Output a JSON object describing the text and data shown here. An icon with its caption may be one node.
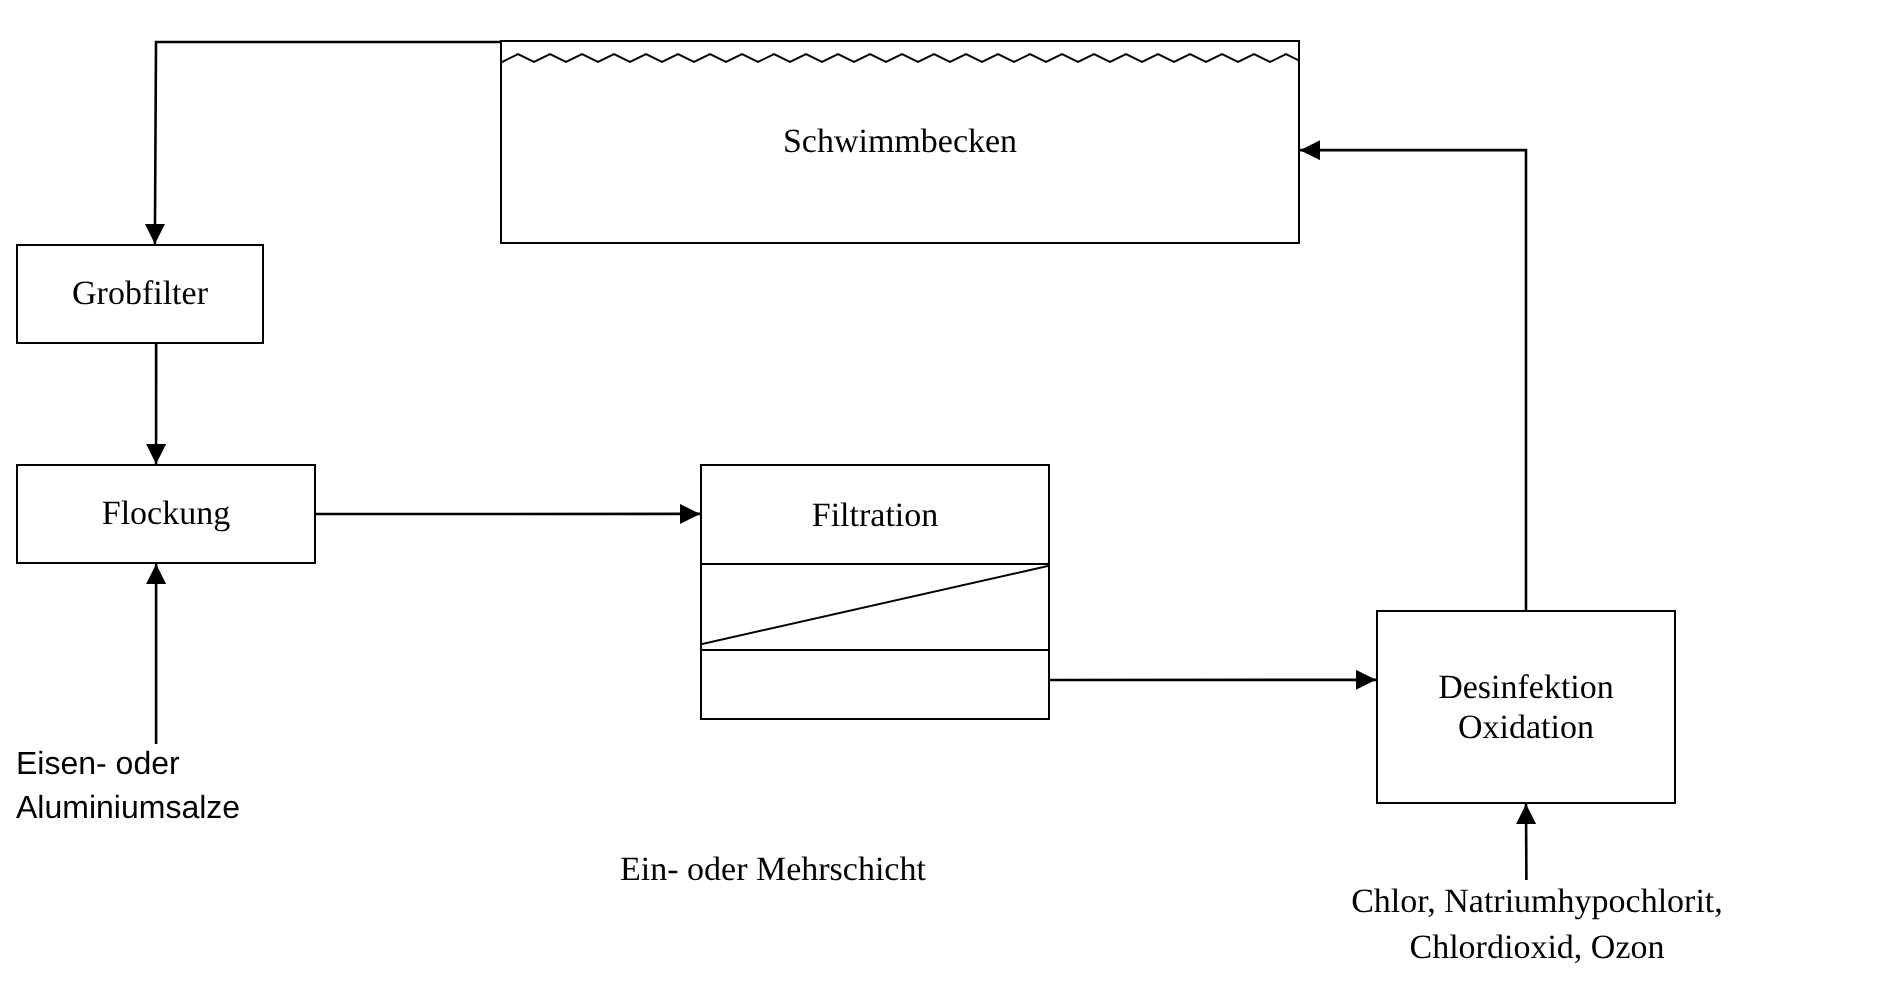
{
  "diagram": {
    "nodes": [
      {
        "text": [
          "Schwimmbecken"
        ]
      },
      {
        "text": [
          "Grobfilter"
        ]
      },
      {
        "text": [
          "Flockung"
        ]
      },
      {
        "text": [
          "Filtration"
        ]
      },
      {
        "text": [
          "Desinfektion Oxidation"
        ]
      },
      {
        "text": [
          "Eisen- oder Aluminiumsalze"
        ]
      },
      {
        "text": [
          "Chlor, Natriumhypochlorit, Chlordioxid, Ozon"
        ]
      }
    ],
    "edges": [
      {
        "from": 0,
        "to": 1,
        "arrow": "to"
      },
      {
        "from": 1,
        "to": 2,
        "arrow": "to"
      },
      {
        "from": 2,
        "to": 3,
        "arrow": "to"
      },
      {
        "from": 3,
        "to": 4,
        "arrow": "to"
      },
      {
        "from": 4,
        "to": 0,
        "arrow": "to"
      },
      {
        "from": 5,
        "to": 2,
        "arrow": "to"
      },
      {
        "from": 6,
        "to": 4,
        "arrow": "to"
      }
    ],
    "labels": [
      "Ein- oder Mehrschicht"
    ]
  }
}
